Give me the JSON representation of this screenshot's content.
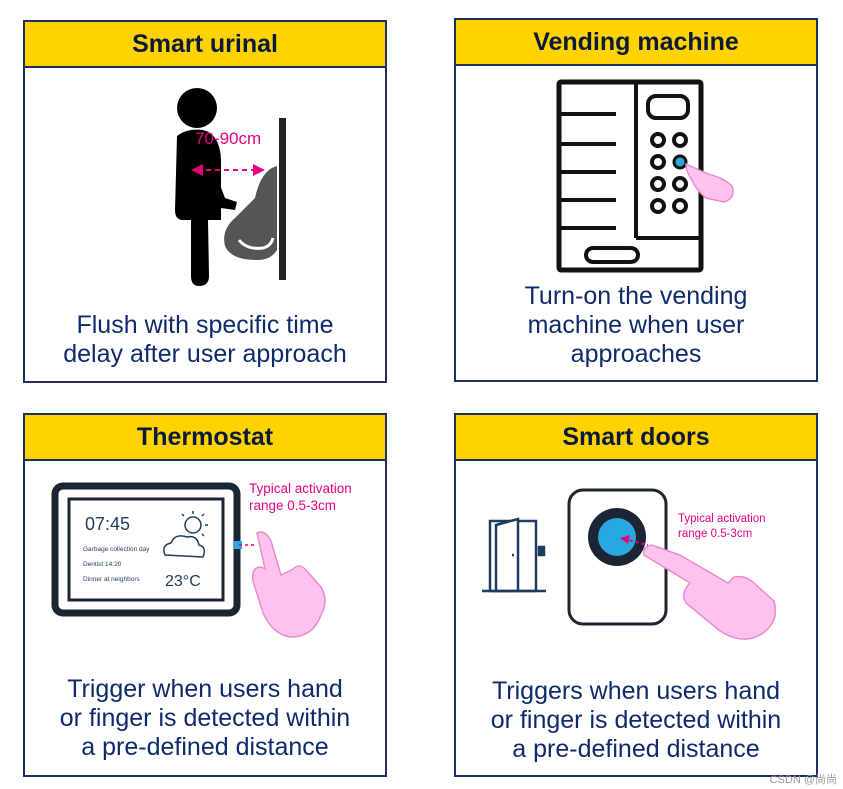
{
  "panels": [
    {
      "title": "Smart urinal",
      "description": [
        "Flush with specific time",
        "delay after user approach"
      ],
      "distance_label": "70-90cm"
    },
    {
      "title": "Vending machine",
      "description": [
        "Turn-on the vending",
        "machine when user",
        "approaches"
      ]
    },
    {
      "title": "Thermostat",
      "description": [
        "Trigger when users hand",
        "or finger is detected within",
        "a pre-defined distance"
      ],
      "activation_label": [
        "Typical activation",
        "range 0.5-3cm"
      ],
      "screen": {
        "time": "07:45",
        "temperature": "23°C",
        "events": [
          "Garbage  collection day",
          "Dentist 14:20",
          "Dinner  at neighbors"
        ]
      }
    },
    {
      "title": "Smart doors",
      "description": [
        "Triggers when users hand",
        "or finger is detected within",
        "a pre-defined distance"
      ],
      "activation_label": [
        "Typical activation",
        "range 0.5-3cm"
      ]
    }
  ],
  "watermark": "CSDN @尚尚",
  "colors": {
    "header": "#ffd200",
    "border": "#1f2f5f",
    "text": "#0f2a6b",
    "accent_pink": "#e6007e",
    "sensor_blue": "#29a8e0",
    "hand_pink": "#ffc2ee"
  },
  "icons": [
    "person-icon",
    "urinal-icon",
    "vending-machine-icon",
    "finger-icon",
    "thermostat-icon",
    "weather-icon",
    "door-icon",
    "door-sensor-icon",
    "hand-icon"
  ]
}
